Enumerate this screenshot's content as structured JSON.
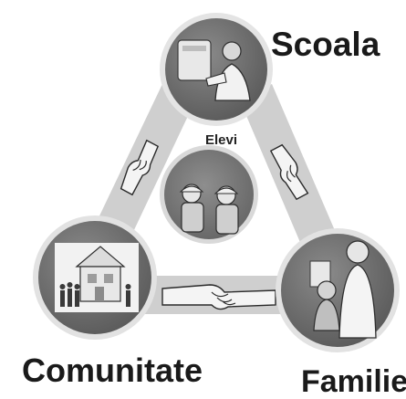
{
  "nodes": {
    "top": {
      "label": "Scoala"
    },
    "center": {
      "label": "Elevi"
    },
    "bottom_left": {
      "label": "Comunitate"
    },
    "bottom_right": {
      "label": "Familie"
    }
  },
  "colors": {
    "band": "#c9c9c9",
    "circle_fill": "#6f6f6f",
    "circle_ring": "#e2e2e2",
    "center_fill": "#7c7c7c",
    "ink": "#1a1a1a"
  },
  "icons": [
    "handshake-icon",
    "students-icon",
    "teacher-icon",
    "house-icon",
    "family-icon"
  ]
}
